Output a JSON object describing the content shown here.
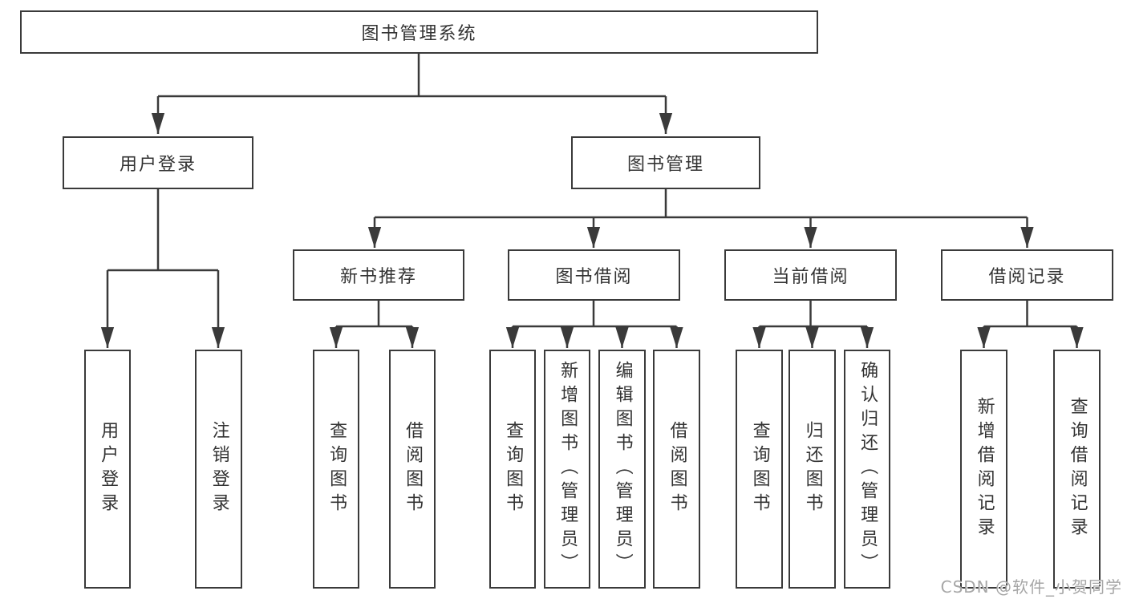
{
  "diagram": {
    "root": {
      "label": "图书管理系统"
    },
    "branches": [
      {
        "label": "用户登录",
        "children": [
          {
            "label": "用户登录"
          },
          {
            "label": "注销登录"
          }
        ]
      },
      {
        "label": "图书管理",
        "children": [
          {
            "label": "新书推荐",
            "children": [
              {
                "label": "查询图书"
              },
              {
                "label": "借阅图书"
              }
            ]
          },
          {
            "label": "图书借阅",
            "children": [
              {
                "label": "查询图书"
              },
              {
                "label": "新增图书（管理员）"
              },
              {
                "label": "编辑图书（管理员）"
              },
              {
                "label": "借阅图书"
              }
            ]
          },
          {
            "label": "当前借阅",
            "children": [
              {
                "label": "查询图书"
              },
              {
                "label": "归还图书"
              },
              {
                "label": "确认归还（管理员）"
              }
            ]
          },
          {
            "label": "借阅记录",
            "children": [
              {
                "label": "新增借阅记录"
              },
              {
                "label": "查询借阅记录"
              }
            ]
          }
        ]
      }
    ]
  },
  "watermark": {
    "text": "CSDN @软件_小贺同学"
  },
  "colors": {
    "line": "#3a3a3a",
    "text": "#333333",
    "background": "#ffffff",
    "watermark": "#a6a6a6"
  }
}
